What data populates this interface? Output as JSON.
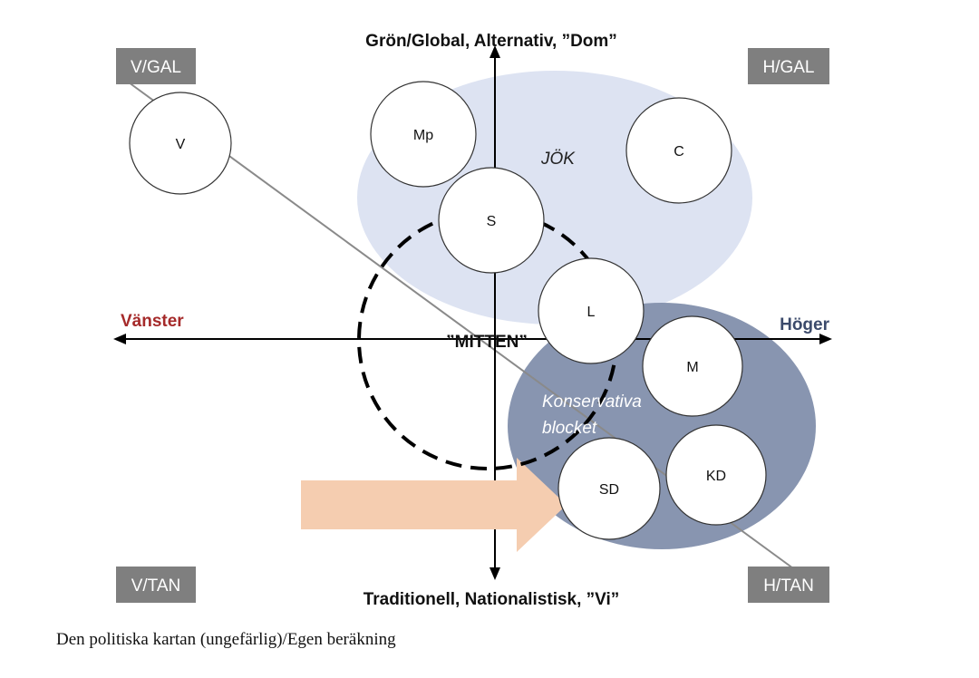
{
  "diagram": {
    "top_axis_label": "Grön/Global, Alternativ, ”Dom”",
    "bottom_axis_label": "Traditionell, Nationalistisk, ”Vi”",
    "left_axis_label": "Vänster",
    "right_axis_label": "Höger",
    "center_label": "”MITTEN”",
    "corners": {
      "top_left": "V/GAL",
      "top_right": "H/GAL",
      "bottom_left": "V/TAN",
      "bottom_right": "H/TAN"
    },
    "regions": {
      "jok": "JÖK",
      "conservative_line1": "Konservativa",
      "conservative_line2": "blocket"
    },
    "parties": {
      "v": "V",
      "mp": "Mp",
      "c": "C",
      "s": "S",
      "l": "L",
      "m": "M",
      "sd": "SD",
      "kd": "KD"
    },
    "colors": {
      "left_label": "#a52a2a",
      "right_label": "#3b4a6b",
      "jok_region": "#dde3f2",
      "conservative_region": "#8895b0",
      "arrow": "#f5cdb0",
      "corner_box": "#7f7f7f"
    }
  },
  "caption": "Den politiska kartan (ungefärlig)/Egen beräkning"
}
